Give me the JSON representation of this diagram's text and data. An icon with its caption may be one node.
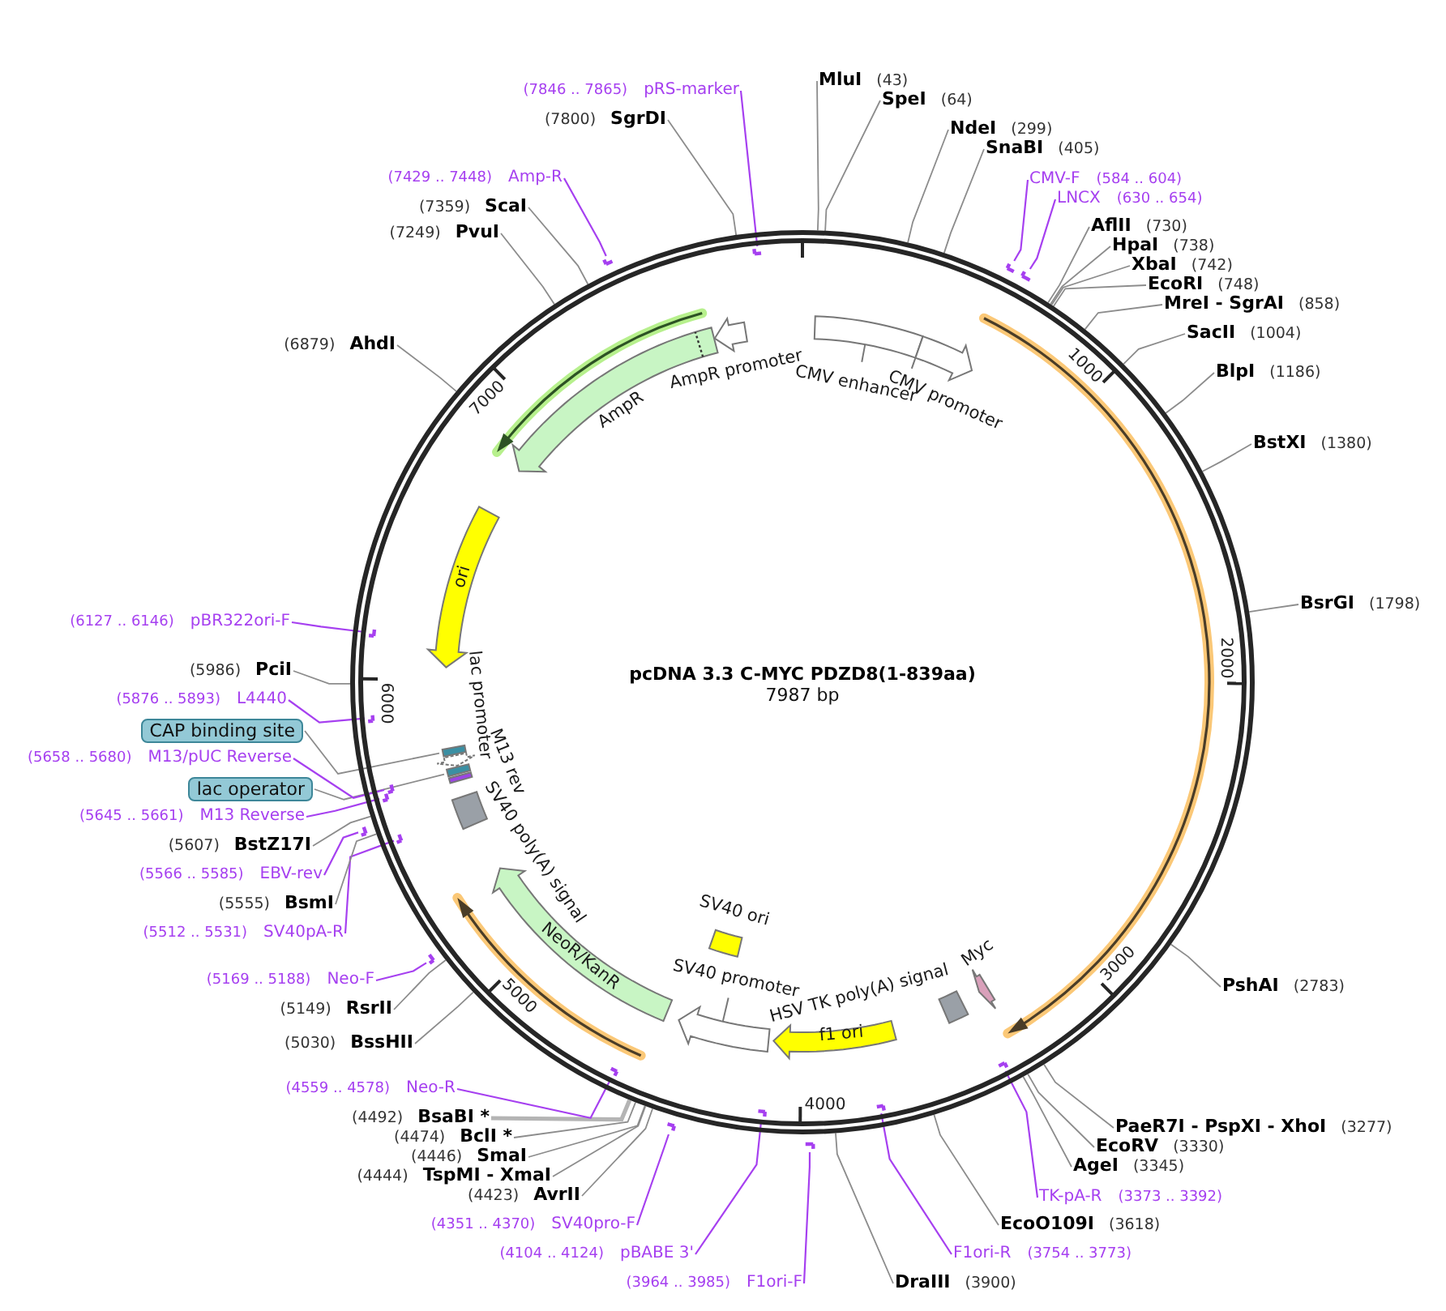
{
  "diagram": {
    "title": "pcDNA 3.3 C-MYC PDZD8(1-839aa)",
    "nodes": [
      {
        "text": [
          "MluI",
          "(43)"
        ]
      },
      {
        "text": [
          "SpeI",
          "(64)"
        ]
      },
      {
        "text": [
          "NdeI",
          "(299)"
        ]
      },
      {
        "text": [
          "SnaBI",
          "(405)"
        ]
      },
      {
        "text": [
          "CMV-F",
          "(584 .. 604)"
        ]
      },
      {
        "text": [
          "LNCX",
          "(630 .. 654)"
        ]
      },
      {
        "text": [
          "AflII",
          "(730)"
        ]
      },
      {
        "text": [
          "HpaI",
          "(738)"
        ]
      },
      {
        "text": [
          "XbaI",
          "(742)"
        ]
      },
      {
        "text": [
          "EcoRI",
          "(748)"
        ]
      },
      {
        "text": [
          "MreI - SgrAI",
          "(858)"
        ]
      },
      {
        "text": [
          "SacII",
          "(1004)"
        ]
      },
      {
        "text": [
          "BlpI",
          "(1186)"
        ]
      },
      {
        "text": [
          "BstXI",
          "(1380)"
        ]
      },
      {
        "text": [
          "BsrGI",
          "(1798)"
        ]
      },
      {
        "text": [
          "PshAI",
          "(2783)"
        ]
      },
      {
        "text": [
          "PaeR7I - PspXI - XhoI",
          "(3277)"
        ]
      },
      {
        "text": [
          "EcoRV",
          "(3330)"
        ]
      },
      {
        "text": [
          "AgeI",
          "(3345)"
        ]
      },
      {
        "text": [
          "TK-pA-R",
          "(3373 .. 3392)"
        ]
      },
      {
        "text": [
          "EcoO109I",
          "(3618)"
        ]
      },
      {
        "text": [
          "F1ori-R",
          "(3754 .. 3773)"
        ]
      },
      {
        "text": [
          "DraIII",
          "(3900)"
        ]
      },
      {
        "text": [
          "(3964 .. 3985)",
          "F1ori-F"
        ]
      },
      {
        "text": [
          "(4104 .. 4124)",
          "pBABE 3'"
        ]
      },
      {
        "text": [
          "(4351 .. 4370)",
          "SV40pro-F"
        ]
      },
      {
        "text": [
          "(4423)",
          "AvrII"
        ]
      },
      {
        "text": [
          "(4444)",
          "TspMI - XmaI"
        ]
      },
      {
        "text": [
          "(4446)",
          "SmaI"
        ]
      },
      {
        "text": [
          "(4474)",
          "BclI *"
        ]
      },
      {
        "text": [
          "(4492)",
          "BsaBI *"
        ]
      },
      {
        "text": [
          "(4559 .. 4578)",
          "Neo-R"
        ]
      },
      {
        "text": [
          "(5030)",
          "BssHII"
        ]
      },
      {
        "text": [
          "(5149)",
          "RsrII"
        ]
      },
      {
        "text": [
          "(5169 .. 5188)",
          "Neo-F"
        ]
      },
      {
        "text": [
          "(5512 .. 5531)",
          "SV40pA-R"
        ]
      },
      {
        "text": [
          "(5555)",
          "BsmI"
        ]
      },
      {
        "text": [
          "(5566 .. 5585)",
          "EBV-rev"
        ]
      },
      {
        "text": [
          "(5607)",
          "BstZ17I"
        ]
      },
      {
        "text": [
          "(5645 .. 5661)",
          "M13 Reverse"
        ]
      },
      {
        "text": [
          "lac operator"
        ]
      },
      {
        "text": [
          "(5658 .. 5680)",
          "M13/pUC Reverse"
        ]
      },
      {
        "text": [
          "CAP binding site"
        ]
      },
      {
        "text": [
          "(5876 .. 5893)",
          "L4440"
        ]
      },
      {
        "text": [
          "(5986)",
          "PciI"
        ]
      },
      {
        "text": [
          "(6127 .. 6146)",
          "pBR322ori-F"
        ]
      },
      {
        "text": [
          "(6879)",
          "AhdI"
        ]
      },
      {
        "text": [
          "(7249)",
          "PvuI"
        ]
      },
      {
        "text": [
          "(7359)",
          "ScaI"
        ]
      },
      {
        "text": [
          "(7429 .. 7448)",
          "Amp-R"
        ]
      },
      {
        "text": [
          "(7800)",
          "SgrDI"
        ]
      },
      {
        "text": [
          "(7846 .. 7865)",
          "pRS-marker"
        ]
      },
      {
        "text": [],
        "shape": "circle"
      },
      {
        "text": [
          "CMV enhancer"
        ],
        "in": 52
      },
      {
        "text": [
          "CMV promoter"
        ],
        "in": 52
      },
      {
        "text": [
          "Myc"
        ],
        "in": 52
      },
      {
        "text": [
          "HSV TK poly(A) signal"
        ],
        "in": 52
      },
      {
        "text": [
          "f1 ori"
        ],
        "in": 52
      },
      {
        "text": [
          "SV40 ori"
        ],
        "in": 52
      },
      {
        "text": [
          "SV40 promoter"
        ],
        "in": 52
      },
      {
        "text": [
          "NeoR/KanR"
        ],
        "in": 52
      },
      {
        "text": [
          "SV40 poly(A) signal"
        ],
        "in": 52
      },
      {
        "text": [
          "M13 rev"
        ],
        "in": 52
      },
      {
        "text": [],
        "shape": "bar",
        "in": 52
      },
      {
        "text": [
          "lac promoter"
        ],
        "in": 52
      },
      {
        "text": [],
        "shape": "bar",
        "in": 52
      },
      {
        "text": [
          "ori"
        ],
        "in": 52
      },
      {
        "text": [
          "AmpR"
        ],
        "in": 52
      },
      {
        "text": [
          "AmpR promoter"
        ],
        "in": 52
      },
      {
        "text": [],
        "shape": "bar"
      },
      {
        "text": [],
        "shape": "bar"
      },
      {
        "text": [],
        "shape": "bar",
        "in": 52
      },
      {
        "text": [],
        "shape": "bar",
        "in": 52
      },
      {
        "text": [],
        "shape": "bar"
      },
      {
        "text": [],
        "shape": "bar",
        "in": 52
      },
      {
        "text": [],
        "shape": "bar"
      },
      {
        "text": [],
        "shape": "bar",
        "in": 52
      },
      {
        "text": [],
        "shape": "bar"
      },
      {
        "text": [],
        "shape": "bar",
        "in": 52
      },
      {
        "text": [],
        "shape": "bar"
      },
      {
        "text": [],
        "shape": "bar",
        "in": 52
      },
      {
        "text": [],
        "shape": "bar",
        "in": 52
      },
      {
        "text": [],
        "shape": "bar",
        "in": 52
      },
      {
        "text": [],
        "shape": "bar",
        "in": 52
      },
      {
        "text": [],
        "shape": "bar"
      },
      {
        "text": [],
        "shape": "bar",
        "in": 52
      }
    ],
    "edges": [
      {
        "from": 0,
        "to": 52,
        "arrow": "none"
      },
      {
        "from": 1,
        "to": 52,
        "arrow": "none"
      },
      {
        "from": 2,
        "to": 52,
        "arrow": "none"
      },
      {
        "from": 3,
        "to": 52,
        "arrow": "none"
      },
      {
        "from": 4,
        "to": 69,
        "arrow": "none",
        "color": "#a640f0"
      },
      {
        "from": 5,
        "to": 70,
        "arrow": "none",
        "color": "#a640f0"
      },
      {
        "from": 6,
        "to": 52,
        "arrow": "none"
      },
      {
        "from": 7,
        "to": 52,
        "arrow": "none"
      },
      {
        "from": 8,
        "to": 52,
        "arrow": "none"
      },
      {
        "from": 9,
        "to": 52,
        "arrow": "none"
      },
      {
        "from": 10,
        "to": 52,
        "arrow": "none"
      },
      {
        "from": 11,
        "to": 52,
        "arrow": "none"
      },
      {
        "from": 12,
        "to": 52,
        "arrow": "none"
      },
      {
        "from": 13,
        "to": 52,
        "arrow": "none"
      },
      {
        "from": 14,
        "to": 52,
        "arrow": "none"
      },
      {
        "from": 15,
        "to": 52,
        "arrow": "none"
      },
      {
        "from": 16,
        "to": 52,
        "arrow": "none"
      },
      {
        "from": 17,
        "to": 52,
        "arrow": "none"
      },
      {
        "from": 18,
        "to": 52,
        "arrow": "none"
      },
      {
        "from": 19,
        "to": 71,
        "arrow": "none",
        "color": "#a640f0"
      },
      {
        "from": 20,
        "to": 52,
        "arrow": "none"
      },
      {
        "from": 21,
        "to": 72,
        "arrow": "none",
        "color": "#a640f0"
      },
      {
        "from": 22,
        "to": 52,
        "arrow": "none"
      },
      {
        "from": 23,
        "to": 73,
        "arrow": "none",
        "color": "#a640f0"
      },
      {
        "from": 24,
        "to": 74,
        "arrow": "none",
        "color": "#a640f0"
      },
      {
        "from": 25,
        "to": 75,
        "arrow": "none",
        "color": "#a640f0"
      },
      {
        "from": 26,
        "to": 52,
        "arrow": "none"
      },
      {
        "from": 27,
        "to": 52,
        "arrow": "none"
      },
      {
        "from": 28,
        "to": 52,
        "arrow": "none"
      },
      {
        "from": 29,
        "to": 52,
        "arrow": "none"
      },
      {
        "from": 30,
        "to": 52,
        "arrow": "none",
        "style": "thick",
        "color": "#b4b4b4"
      },
      {
        "from": 31,
        "to": 76,
        "arrow": "none",
        "color": "#a640f0"
      },
      {
        "from": 32,
        "to": 52,
        "arrow": "none"
      },
      {
        "from": 33,
        "to": 52,
        "arrow": "none"
      },
      {
        "from": 34,
        "to": 77,
        "arrow": "none",
        "color": "#a640f0"
      },
      {
        "from": 35,
        "to": 78,
        "arrow": "none",
        "color": "#a640f0"
      },
      {
        "from": 36,
        "to": 52,
        "arrow": "none"
      },
      {
        "from": 37,
        "to": 79,
        "arrow": "none",
        "color": "#a640f0"
      },
      {
        "from": 38,
        "to": 52,
        "arrow": "none"
      },
      {
        "from": 39,
        "to": 80,
        "arrow": "none",
        "color": "#a640f0"
      },
      {
        "from": 40,
        "to": 63,
        "arrow": "none"
      },
      {
        "from": 41,
        "to": 81,
        "arrow": "none",
        "color": "#a640f0"
      },
      {
        "from": 42,
        "to": 65,
        "arrow": "none"
      },
      {
        "from": 43,
        "to": 82,
        "arrow": "none",
        "color": "#a640f0"
      },
      {
        "from": 44,
        "to": 52,
        "arrow": "none"
      },
      {
        "from": 45,
        "to": 83,
        "arrow": "none",
        "color": "#a640f0"
      },
      {
        "from": 46,
        "to": 52,
        "arrow": "none"
      },
      {
        "from": 47,
        "to": 52,
        "arrow": "none"
      },
      {
        "from": 48,
        "to": 52,
        "arrow": "none"
      },
      {
        "from": 49,
        "to": 84,
        "arrow": "none",
        "color": "#a640f0"
      },
      {
        "from": 50,
        "to": 52,
        "arrow": "none"
      },
      {
        "from": 51,
        "to": 85,
        "arrow": "none",
        "color": "#a640f0"
      }
    ],
    "labels": [
      "7987 bp",
      "1000",
      "2000",
      "3000",
      "4000",
      "5000",
      "6000",
      "7000"
    ]
  }
}
